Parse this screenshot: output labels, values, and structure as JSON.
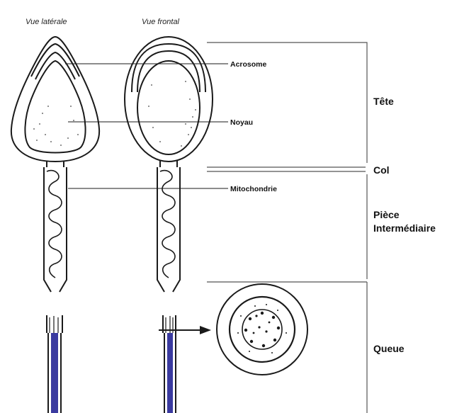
{
  "views": {
    "lateral": "Vue latérale",
    "frontal": "Vue frontal"
  },
  "structures": {
    "acrosome": "Acrosome",
    "noyau": "Noyau",
    "mitochondrie": "Mitochondrie"
  },
  "regions": {
    "tete": "Tête",
    "col": "Col",
    "piece_line1": "Pièce",
    "piece_line2": "Intermédiaire",
    "queue": "Queue"
  },
  "colors": {
    "ink": "#1a1a1a",
    "tail_fill": "#3a3aa0",
    "bracket": "#555555",
    "stipple": "#444444"
  }
}
